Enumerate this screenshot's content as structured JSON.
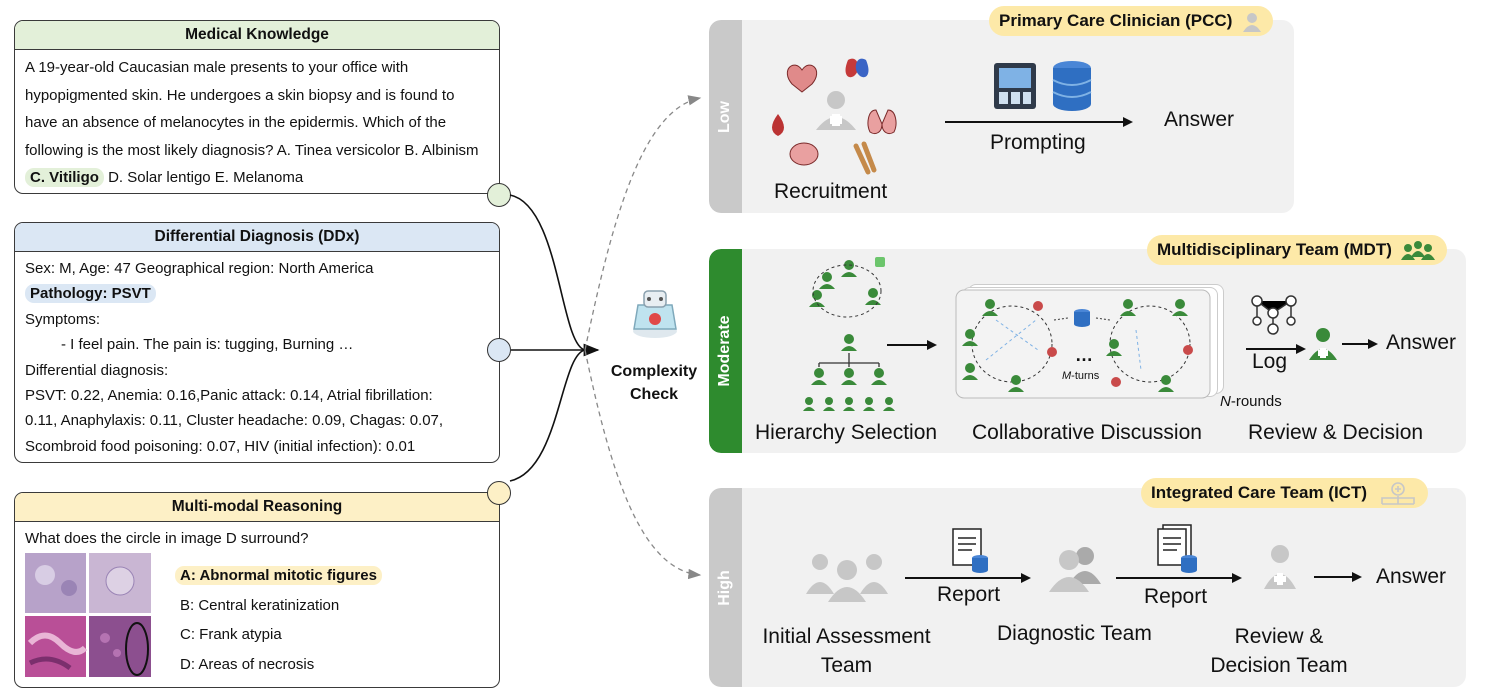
{
  "left": {
    "medical": {
      "title": "Medical Knowledge",
      "lines": [
        "A 19-year-old Caucasian male presents to your office with",
        "hypopigmented skin. He undergoes a skin biopsy and is found to",
        "have an absence of melanocytes in the epidermis. Which of the",
        "following is the most likely diagnosis? A. Tinea versicolor B. Albinism"
      ],
      "answer": "C. Vitiligo",
      "rest": " D. Solar lentigo E. Melanoma",
      "color": "#e3f0d9"
    },
    "ddx": {
      "title": "Differential Diagnosis (DDx)",
      "line1": "Sex: M, Age: 47 Geographical region: North America",
      "pathology": "Pathology: PSVT",
      "symptoms_label": "Symptoms:",
      "symptom": "- I feel pain. The pain is: tugging, Burning …",
      "dd_label": "Differential diagnosis:",
      "dd_lines": [
        "PSVT: 0.22, Anemia: 0.16,Panic attack: 0.14, Atrial fibrillation:",
        "0.11, Anaphylaxis: 0.11, Cluster headache: 0.09, Chagas: 0.07,",
        "Scombroid food poisoning: 0.07, HIV (initial infection): 0.01"
      ],
      "color": "#dbe7f4"
    },
    "mm": {
      "title": "Multi-modal Reasoning",
      "question": "What does the circle in image D surround?",
      "options": [
        "A: Abnormal mitotic figures",
        "B: Central keratinization",
        "C: Frank atypia",
        "D: Areas of necrosis"
      ],
      "color": "#fdf0c6"
    }
  },
  "center": {
    "label_line1": "Complexity",
    "label_line2": "Check"
  },
  "low": {
    "tab": "Low",
    "badge": "Primary Care Clinician (PCC)",
    "recruitment": "Recruitment",
    "prompting": "Prompting",
    "answer": "Answer"
  },
  "moderate": {
    "tab": "Moderate",
    "badge": "Multidisciplinary Team (MDT)",
    "hierarchy": "Hierarchy Selection",
    "collab": "Collaborative Discussion",
    "review": "Review & Decision",
    "log": "Log",
    "answer": "Answer",
    "dots": "…",
    "mturns_m": "M",
    "mturns_rest": "-turns",
    "nrounds_n": "N",
    "nrounds_rest": "-rounds",
    "tab_color": "#2e8b2e"
  },
  "high": {
    "tab": "High",
    "badge": "Integrated Care Team (ICT)",
    "initial_line1": "Initial Assessment",
    "initial_line2": "Team",
    "diagnostic": "Diagnostic Team",
    "review_line1": "Review &",
    "review_line2": "Decision Team",
    "report1": "Report",
    "report2": "Report",
    "answer": "Answer"
  },
  "icons": [
    "person-icon",
    "group-icon",
    "heart-icon",
    "kidney-icon",
    "lungs-icon",
    "brain-icon",
    "blood-drop-icon",
    "bone-icon",
    "dashboard-icon",
    "database-icon",
    "report-icon",
    "graph-icon",
    "doctor-icon",
    "flask-robot-icon"
  ],
  "colors": {
    "accent_green": "#2e8b2e",
    "badge_yellow": "#fde9a8",
    "panel_gray": "#f1f1f1",
    "tab_gray": "#c9c9c9"
  }
}
